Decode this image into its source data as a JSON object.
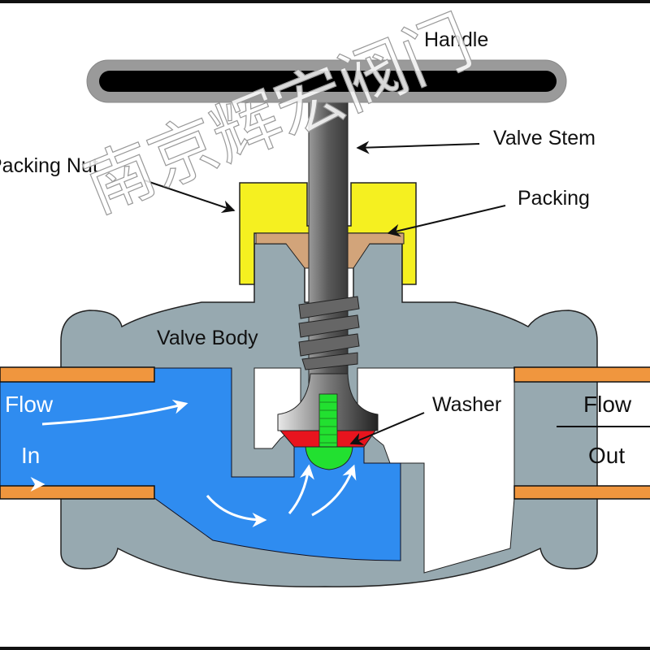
{
  "labels": {
    "handle": "Handle",
    "valve_stem": "Valve Stem",
    "packing_nut": "Packing Nut",
    "packing": "Packing",
    "valve_body": "Valve Body",
    "washer": "Washer",
    "flow_in_1": "Flow",
    "flow_in_2": "In",
    "flow_out_1": "Flow",
    "flow_out_2": "Out"
  },
  "watermark": "南京辉宏阀门",
  "colors": {
    "body": "#97a9b0",
    "water": "#2f8cf0",
    "pipe": "#f0963e",
    "packing_nut": "#f5f020",
    "packing": "#d2a47a",
    "washer": "#e8141e",
    "screw": "#22e030",
    "stem": "#6b6b6b"
  }
}
